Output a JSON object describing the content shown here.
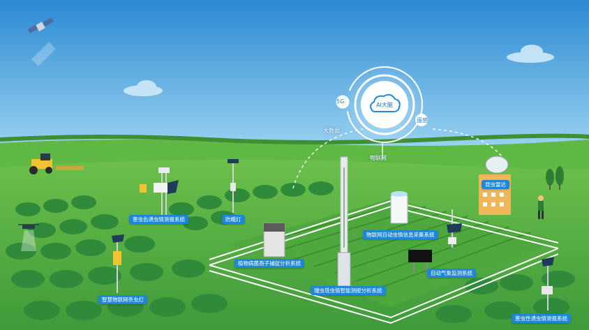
{
  "hub": {
    "center": "AI大脑",
    "nodes": [
      "5G",
      "大数据",
      "物联网",
      "遥感"
    ]
  },
  "labels": [
    "害虫色诱虫情测报系统",
    "防蛾灯",
    "植物病菌孢子捕捉分析系统",
    "物联网自动虫情信息采集系统",
    "昆虫雷达",
    "自动气象监测系统",
    "瑞虫塔虫情智能测报分析系统",
    "智慧物联网杀虫灯",
    "害虫性诱虫情测报系统"
  ],
  "colors": {
    "sky_top": "#2f8fd3",
    "sky_bottom": "#9fd6f4",
    "grass": "#4caf50",
    "label_bg": "#1e88d8"
  }
}
